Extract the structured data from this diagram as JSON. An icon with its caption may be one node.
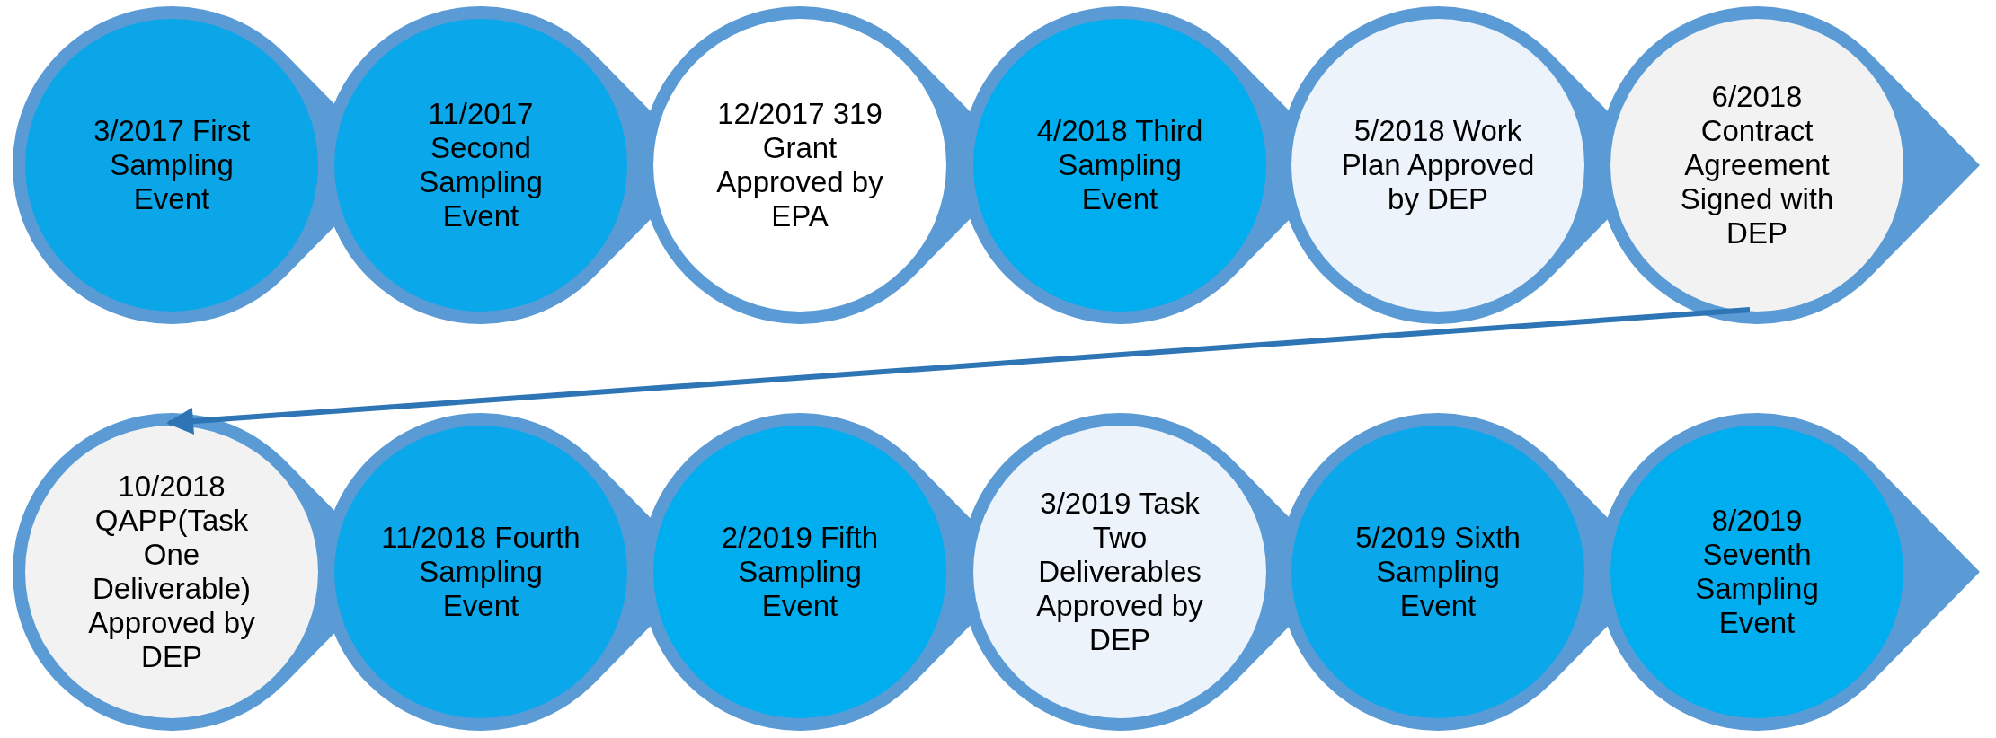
{
  "diagram": {
    "nodes": [
      {
        "text": [
          "3/2017 First Sampling Event"
        ]
      },
      {
        "text": [
          "11/2017 Second Sampling Event"
        ]
      },
      {
        "text": [
          "12/2017 319 Grant Approved by EPA"
        ]
      },
      {
        "text": [
          "4/2018 Third Sampling Event"
        ]
      },
      {
        "text": [
          "5/2018 Work Plan Approved by DEP"
        ]
      },
      {
        "text": [
          "6/2018 Contract Agreement Signed with DEP"
        ]
      },
      {
        "text": [
          "10/2018 QAPP(Task One Deliverable) Approved by DEP"
        ]
      },
      {
        "text": [
          "11/2018 Fourth Sampling Event"
        ]
      },
      {
        "text": [
          "2/2019 Fifth Sampling Event"
        ]
      },
      {
        "text": [
          "3/2019 Task Two Deliverables Approved by DEP"
        ]
      },
      {
        "text": [
          "5/2019 Sixth Sampling Event"
        ]
      },
      {
        "text": [
          "8/2019 Seventh Sampling Event"
        ]
      }
    ],
    "edges": [
      {
        "from": 5,
        "to": 6,
        "arrow": "to"
      }
    ]
  }
}
